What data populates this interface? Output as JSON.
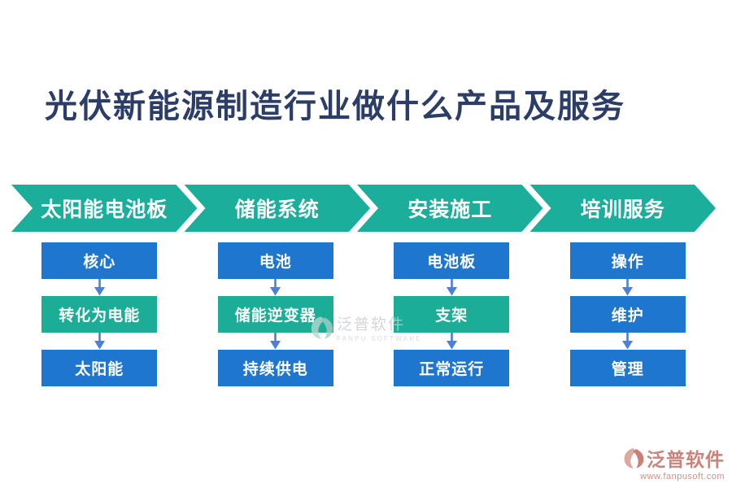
{
  "title": {
    "text": "光伏新能源制造行业做什么产品及服务"
  },
  "colors": {
    "header_teal": "#1BAE9B",
    "box_blue": "#1F76CF",
    "box_green": "#1BAD96",
    "arrow_blue": "#4D7FD6",
    "title_navy": "#2C3E68",
    "watermark_gray": "#C7CCD4",
    "logo_salmon": "#C9837B"
  },
  "headers": [
    {
      "label": "太阳能电池板"
    },
    {
      "label": "储能系统"
    },
    {
      "label": "安装施工"
    },
    {
      "label": "培训服务"
    }
  ],
  "columns": [
    {
      "boxes": [
        {
          "label": "核心",
          "color": "blue"
        },
        {
          "label": "转化为电能",
          "color": "green"
        },
        {
          "label": "太阳能",
          "color": "blue"
        }
      ]
    },
    {
      "boxes": [
        {
          "label": "电池",
          "color": "blue"
        },
        {
          "label": "储能逆变器",
          "color": "green"
        },
        {
          "label": "持续供电",
          "color": "blue"
        }
      ]
    },
    {
      "boxes": [
        {
          "label": "电池板",
          "color": "blue"
        },
        {
          "label": "支架",
          "color": "green"
        },
        {
          "label": "正常运行",
          "color": "blue"
        }
      ]
    },
    {
      "boxes": [
        {
          "label": "操作",
          "color": "blue"
        },
        {
          "label": "维护",
          "color": "blue"
        },
        {
          "label": "管理",
          "color": "blue"
        }
      ]
    }
  ],
  "watermark": {
    "brand": "泛普软件",
    "subtitle": "FANPU SOFTWARE"
  },
  "footer_logo": {
    "brand": "泛普软件",
    "url": "www.fanpusoft.com"
  }
}
